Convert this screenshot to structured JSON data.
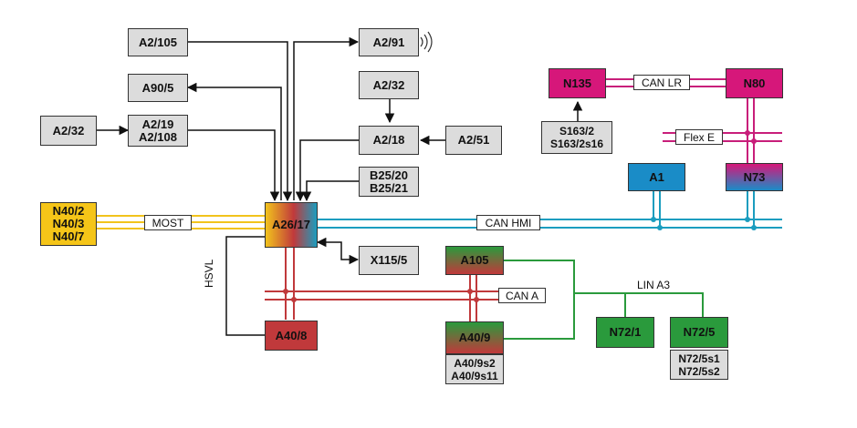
{
  "nodes": {
    "a2_105": "A2/105",
    "a2_91": "A2/91",
    "a90_5": "A90/5",
    "a2_32_top": "A2/32",
    "a2_32_left": "A2/32",
    "a2_19": "A2/19",
    "a2_108": "A2/108",
    "a2_18": "A2/18",
    "a2_51": "A2/51",
    "b25_20": "B25/20",
    "b25_21": "B25/21",
    "n40_2": "N40/2",
    "n40_3": "N40/3",
    "n40_7": "N40/7",
    "a26_17": "A26/17",
    "x115_5": "X115/5",
    "a105": "A105",
    "a40_8": "A40/8",
    "a40_9": "A40/9",
    "a40_9s2": "A40/9s2",
    "a40_9s11": "A40/9s11",
    "n72_1": "N72/1",
    "n72_5": "N72/5",
    "n72_5s1": "N72/5s1",
    "n72_5s2": "N72/5s2",
    "n135": "N135",
    "n80": "N80",
    "s163_2": "S163/2",
    "s163_2s16": "S163/2s16",
    "a1": "A1",
    "n73": "N73"
  },
  "buses": {
    "most": "MOST",
    "can_hmi": "CAN HMI",
    "can_a": "CAN A",
    "can_lr": "CAN LR",
    "flex_e": "Flex E",
    "lin_a3": "LIN A3",
    "hsvl": "HSVL"
  },
  "colors": {
    "most": "#f2c31c",
    "can_hmi": "#1b9dbf",
    "can_a": "#c0393b",
    "can_lr": "#c81e7a",
    "lin": "#2a9a3c",
    "wire": "#111111",
    "box_gray": "#dcdcdc",
    "yellow_box": "#f5c518",
    "blue_box": "#1a8cc7",
    "magenta_box": "#d6177a",
    "red_box": "#c0393b",
    "green_box": "#2a9a3c"
  }
}
